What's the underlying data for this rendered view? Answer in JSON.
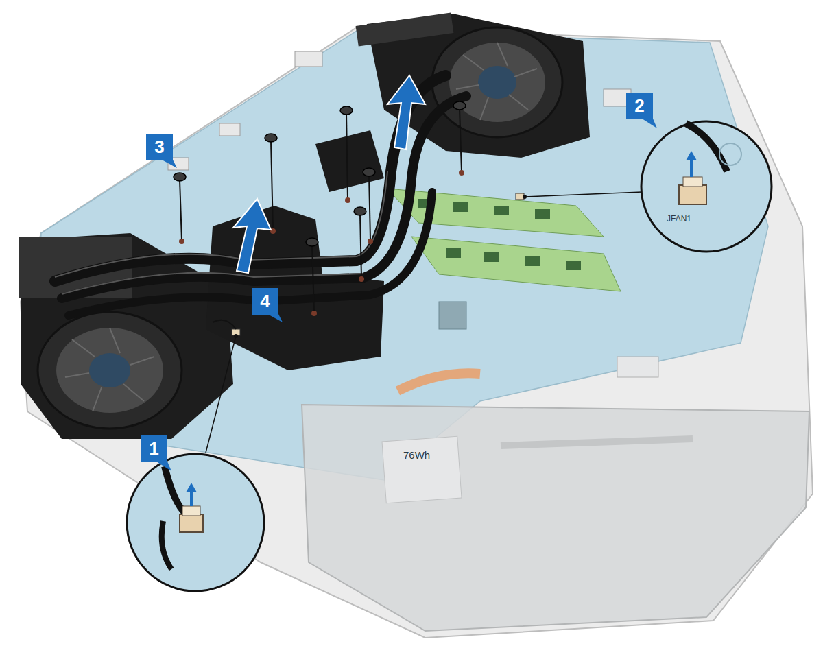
{
  "diagram": {
    "labels": [
      "2",
      "3",
      "4",
      "1",
      "JFAN1",
      "76Wh"
    ]
  }
}
